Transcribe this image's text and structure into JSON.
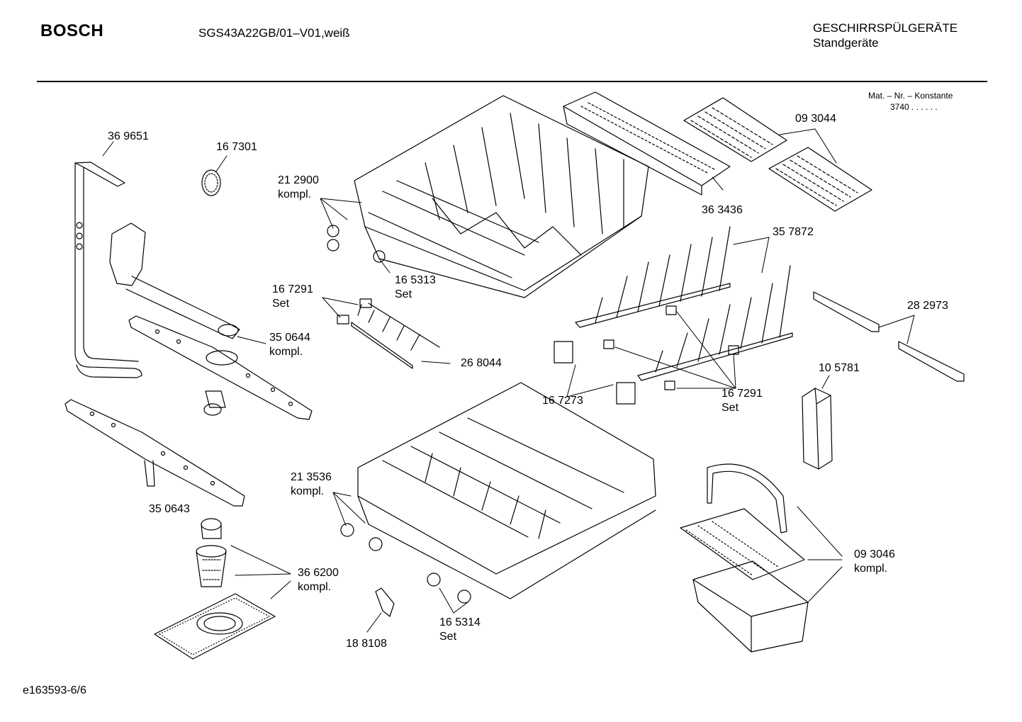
{
  "header": {
    "brand": "BOSCH",
    "model": "SGS43A22GB/01–V01,weiß",
    "category": "GESCHIRRSPÜLGERÄTE",
    "subcategory": "Standgeräte"
  },
  "material": {
    "label": "Mat. – Nr. – Konstante",
    "value": "3740  .  .  .  .  .  ."
  },
  "footer": {
    "doc_id": "e163593-6/6"
  },
  "parts": [
    {
      "num": "36 9651",
      "sub": ""
    },
    {
      "num": "16 7301",
      "sub": ""
    },
    {
      "num": "21 2900",
      "sub": "kompl."
    },
    {
      "num": "36 3436",
      "sub": ""
    },
    {
      "num": "09 3044",
      "sub": ""
    },
    {
      "num": "35 7872",
      "sub": ""
    },
    {
      "num": "16 5313",
      "sub": "Set"
    },
    {
      "num": "16 7291",
      "sub": "Set"
    },
    {
      "num": "35 0644",
      "sub": "kompl."
    },
    {
      "num": "26 8044",
      "sub": ""
    },
    {
      "num": "28 2973",
      "sub": ""
    },
    {
      "num": "10 5781",
      "sub": ""
    },
    {
      "num": "16 7273",
      "sub": ""
    },
    {
      "num": "16 7291",
      "sub": "Set"
    },
    {
      "num": "21 3536",
      "sub": "kompl."
    },
    {
      "num": "35 0643",
      "sub": ""
    },
    {
      "num": "36 6200",
      "sub": "kompl."
    },
    {
      "num": "09 3046",
      "sub": "kompl."
    },
    {
      "num": "16 5314",
      "sub": "Set"
    },
    {
      "num": "18 8108",
      "sub": ""
    }
  ]
}
